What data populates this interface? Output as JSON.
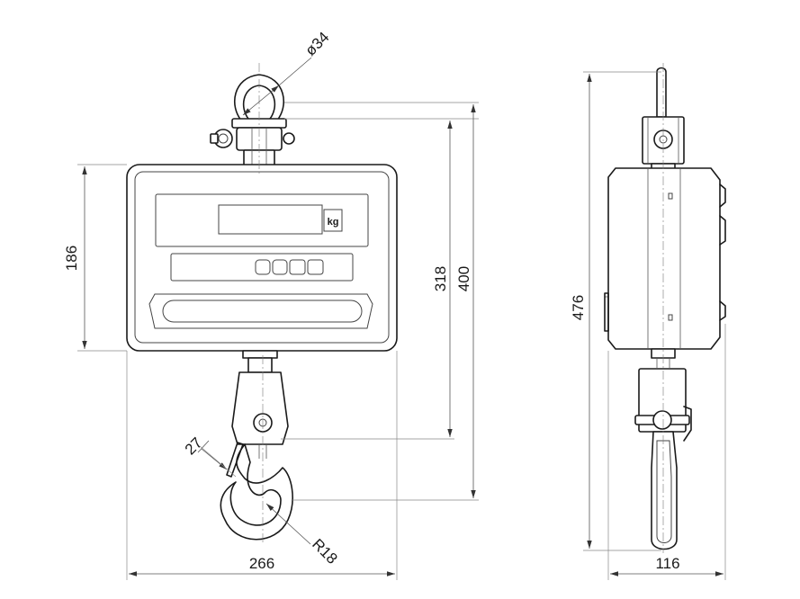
{
  "diagram": {
    "dimensions": {
      "shackle_diameter": "ø34",
      "width": "266",
      "height_display": "186",
      "height_318": "318",
      "height_400": "400",
      "hook_throat": "27",
      "hook_radius": "R18",
      "total_height": "476",
      "depth": "116"
    },
    "display_unit": "kg"
  }
}
